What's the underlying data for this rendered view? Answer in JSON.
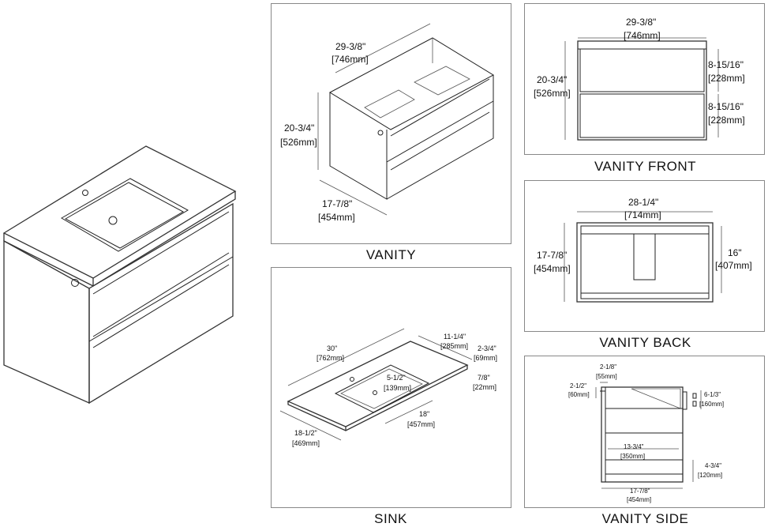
{
  "captions": {
    "vanity": "VANITY",
    "vanity_front": "VANITY FRONT",
    "vanity_back": "VANITY BACK",
    "sink": "SINK",
    "vanity_side": "VANITY SIDE"
  },
  "vanity": {
    "width_in": "29-3/8\"",
    "width_mm": "[746mm]",
    "height_in": "20-3/4\"",
    "height_mm": "[526mm]",
    "depth_in": "17-7/8\"",
    "depth_mm": "[454mm]"
  },
  "vanity_front": {
    "width_in": "29-3/8\"",
    "width_mm": "[746mm]",
    "height_in": "20-3/4\"",
    "height_mm": "[526mm]",
    "drawer1_in": "8-15/16\"",
    "drawer1_mm": "[228mm]",
    "drawer2_in": "8-15/16\"",
    "drawer2_mm": "[228mm]"
  },
  "vanity_back": {
    "width_in": "28-1/4\"",
    "width_mm": "[714mm]",
    "height_in": "17-7/8\"",
    "height_mm": "[454mm]",
    "inner_in": "16\"",
    "inner_mm": "[407mm]"
  },
  "sink": {
    "length_in": "30\"",
    "length_mm": "[762mm]",
    "back_in": "11-1/4\"",
    "back_mm": "[285mm]",
    "lip_in": "2-3/4\"",
    "lip_mm": "[69mm]",
    "thick_in": "7/8\"",
    "thick_mm": "[22mm]",
    "bowl_depth_in": "5-1/2\"",
    "bowl_depth_mm": "[139mm]",
    "bowl_len_in": "18\"",
    "bowl_len_mm": "[457mm]",
    "depth_in": "18-1/2\"",
    "depth_mm": "[469mm]"
  },
  "vanity_side": {
    "a_in": "2-1/8\"",
    "a_mm": "[55mm]",
    "b_in": "2-1/2\"",
    "b_mm": "[60mm]",
    "c_in": "6-1/3\"",
    "c_mm": "[160mm]",
    "d_in": "13-3/4\"",
    "d_mm": "[350mm]",
    "e_in": "4-3/4\"",
    "e_mm": "[120mm]",
    "f_in": "17-7/8\"",
    "f_mm": "[454mm]"
  }
}
